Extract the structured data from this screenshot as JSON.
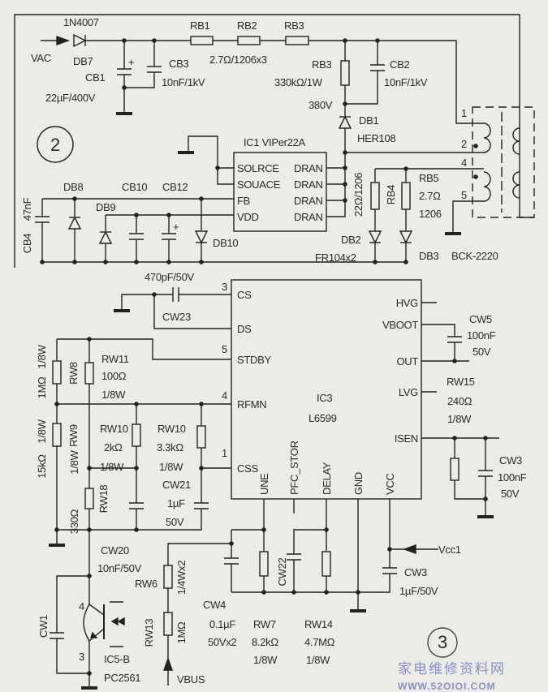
{
  "fig2": {
    "circle_label": "2",
    "vac": "VAC",
    "db7_part": "1N4007",
    "db7": "DB7",
    "cb1": "CB1",
    "cb1_value": "22µF/400V",
    "cb3": "CB3",
    "cb3_value": "10nF/1kV",
    "rb1": "RB1",
    "rb2": "RB2",
    "rb3": "RB3",
    "rb123_value": "2.7Ω/1206x3",
    "rb3_vertical": "RB3",
    "rb3_vertical_value": "330kΩ/1W",
    "node_voltage": "380V",
    "cb2": "CB2",
    "cb2_value": "10nF/1kV",
    "db1": "DB1",
    "db1_part": "HER108",
    "ic1_label": "IC1  VIPer22A",
    "ic1_pins_left": [
      "SOLRCE",
      "SOUACE",
      "FB",
      "VDD"
    ],
    "ic1_pins_right": [
      "DRAN",
      "DRAN",
      "DRAN",
      "DRAN"
    ],
    "db8": "DB8",
    "db9": "DB9",
    "cb10": "CB10",
    "cb12": "CB12",
    "cb4": "CB4",
    "cb4_value": "47nF",
    "db10": "DB10",
    "rb4": "RB4",
    "rb4_value": "22Ω/1206",
    "rb5": "RB5",
    "rb5_value": "2.7Ω",
    "rb5_size": "1206",
    "db2": "DB2",
    "db23_part": "FR104x2",
    "db3": "DB3",
    "transformer": "BCK-2220",
    "transformer_pins": [
      "1",
      "2",
      "4",
      "5"
    ]
  },
  "fig3": {
    "circle_label": "3",
    "cw23_value": "470pF/50V",
    "cw23": "CW23",
    "ic3": "IC3",
    "ic3_part": "L6599",
    "pin_numbers": [
      "3",
      "5",
      "4",
      "1"
    ],
    "pins_left": [
      "CS",
      "DS",
      "STDBY",
      "RFMN",
      "CSS"
    ],
    "pins_right": [
      "HVG",
      "VBOOT",
      "OUT",
      "LVG",
      "ISEN"
    ],
    "pins_bottom": [
      "UNE",
      "PFC_STOR",
      "DELAY",
      "GND",
      "VCC"
    ],
    "rw8": "RW8",
    "rw8_value": "1MΩ",
    "rw8_power": "1/8W",
    "rw9": "RW9",
    "rw9_value": "15kΩ",
    "rw9_power": "1/8W",
    "rw11": "RW11",
    "rw11_value": "100Ω",
    "rw11_power": "1/8W",
    "rw18": "RW18",
    "rw18_value": "330Ω",
    "rw18_power": "1/8W",
    "rw10a": "RW10",
    "rw10a_value": "2kΩ",
    "rw10a_power": "1/8W",
    "rw10b": "RW10",
    "rw10b_value": "3.3kΩ",
    "rw10b_power": "1/8W",
    "cw21": "CW21",
    "cw21_value": "1µF",
    "cw21_voltage": "50V",
    "cw20": "CW20",
    "cw20_value": "10nF/50V",
    "cw5": "CW5",
    "cw5_value": "100nF",
    "cw5_voltage": "50V",
    "rw15": "RW15",
    "rw15_value": "240Ω",
    "rw15_power": "1/8W",
    "cw3a": "CW3",
    "cw3a_value": "100nF",
    "cw3a_voltage": "50V",
    "vcc1": "Vcc1",
    "cw3b": "CW3",
    "cw3b_value": "1µF/50V",
    "cw4": "CW4",
    "cw4_value": "0.1µF",
    "cw4_voltage": "50Vx2",
    "rw7": "RW7",
    "rw7_value": "8.2kΩ",
    "rw7_power": "1/8W",
    "cw22": "CW22",
    "rw14": "RW14",
    "rw14_value": "4.7MΩ",
    "rw14_power": "1/8W",
    "rw6": "RW6",
    "rw13": "RW13",
    "rw13_value": "1MΩ",
    "rw613_power": "1/4Wx2",
    "vbus": "VBUS",
    "cw1": "CW1",
    "ic5": "IC5-B",
    "ic5_part": "PC2561",
    "opto_pins": [
      "4",
      "3"
    ]
  },
  "watermark": {
    "site_name": "家电维修资料网",
    "url": "WWW.52OIOI.COM"
  }
}
